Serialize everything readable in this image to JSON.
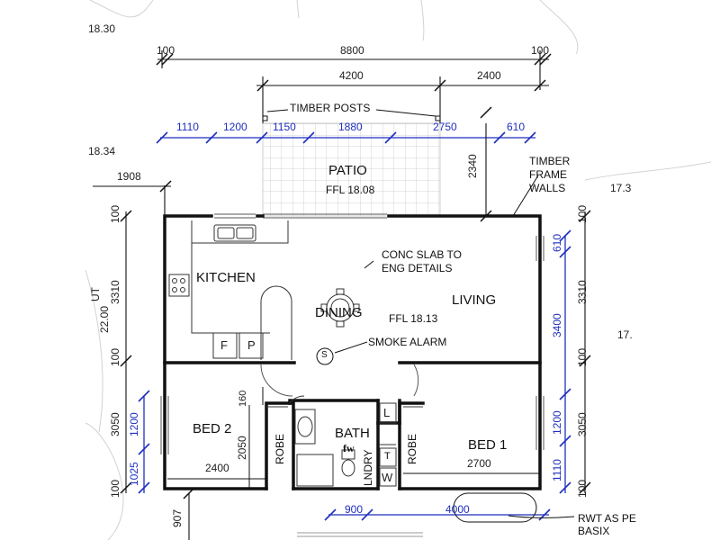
{
  "levels": {
    "top_left": "18.30",
    "left": "18.34",
    "right_top": "17.3",
    "right_mid": "17.",
    "left_bottom": "22.00",
    "left_out": "UT"
  },
  "top_dims": {
    "edge_left": "100",
    "edge_right": "100",
    "overall": "8800",
    "patio_span": "4200",
    "right_span": "2400"
  },
  "timber_posts": "TIMBER POSTS",
  "row_dims": [
    "1110",
    "1200",
    "1150",
    "1880",
    "2750",
    "610"
  ],
  "left_offset": "1908",
  "patio": {
    "label": "PATIO",
    "ffl": "FFL 18.08"
  },
  "timber_walls": {
    "line1": "TIMBER",
    "line2": "FRAME",
    "line3": "WALLS"
  },
  "dim_2340": "2340",
  "kitchen": "KITCHEN",
  "conc_slab": {
    "line1": "CONC SLAB TO",
    "line2": "ENG DETAILS"
  },
  "dining": "DINING",
  "living": "LIVING",
  "ffl_main": "FFL 18.13",
  "smoke_alarm": {
    "symbol": "S",
    "label": "SMOKE ALARM"
  },
  "fridge": "F",
  "pantry": "P",
  "bed2": {
    "label": "BED 2",
    "width": "2400",
    "depth": "2050"
  },
  "bed1": {
    "label": "BED 1",
    "width": "2700"
  },
  "robe": "ROBE",
  "bath": "BATH",
  "fw": "fw",
  "laundry": "LNDRY",
  "laundry_l": "L",
  "laundry_w": "W",
  "laundry_t": "T",
  "dim_160": "160",
  "left_dims": {
    "top_edge": "100",
    "upper": "3310",
    "mid_edge": "100",
    "lower": "3050",
    "bot_edge": "100",
    "sub_1200": "1200",
    "sub_1025": "1025"
  },
  "right_dims": {
    "top_edge": "100",
    "sub_610": "610",
    "upper": "3310",
    "sub_3400": "3400",
    "mid_edge": "100",
    "sub_1200": "1200",
    "lower": "3050",
    "sub_1110": "1110",
    "bot_edge": "100"
  },
  "bottom_dims": {
    "d_900": "900",
    "d_4000": "4000",
    "d_907": "907"
  },
  "rwt": {
    "line1": "RWT AS PE",
    "line2": "BASIX"
  },
  "colors": {
    "dimension": "#1f2fbf",
    "wall": "#111111",
    "grid": "#c8c8c8"
  }
}
